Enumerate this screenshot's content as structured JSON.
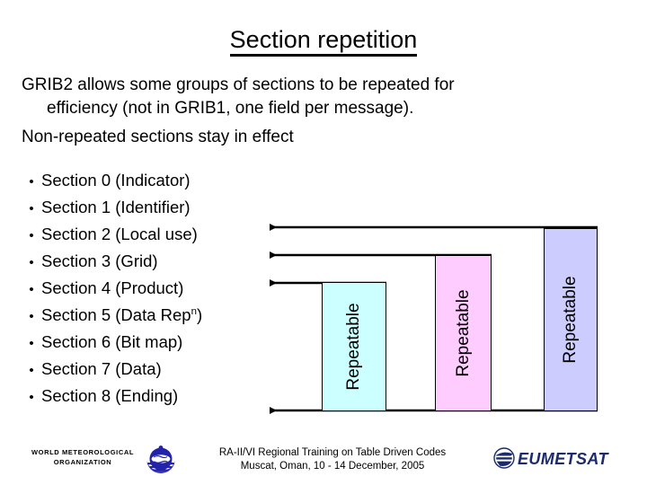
{
  "slide": {
    "title": "Section repetition",
    "intro": {
      "paragraph_1_line_1": "GRIB2 allows some groups of sections to be repeated for",
      "paragraph_1_line_2": "efficiency (not in GRIB1, one field per message).",
      "paragraph_2": "Non-repeated sections stay in effect"
    },
    "bullet_marker": "•",
    "bullets": [
      {
        "text": "Section 0 (Indicator)",
        "sup": ""
      },
      {
        "text": "Section 1 (Identifier)",
        "sup": ""
      },
      {
        "text": "Section 2 (Local use)",
        "sup": ""
      },
      {
        "text": "Section 3 (Grid)",
        "sup": ""
      },
      {
        "text": "Section 4 (Product)",
        "sup": ""
      },
      {
        "text": "Section 5 (Data Rep",
        "sup": "n",
        "suffix": ")"
      },
      {
        "text": "Section 6 (Bit map)",
        "sup": ""
      },
      {
        "text": "Section 7 (Data)",
        "sup": ""
      },
      {
        "text": "Section 8 (Ending)",
        "sup": ""
      }
    ],
    "diagram": {
      "boxes": [
        {
          "label": "Repeatable",
          "color": "#ccffff",
          "name": "repeatable-box-grid"
        },
        {
          "label": "Repeatable",
          "color": "#ffccff",
          "name": "repeatable-box-product"
        },
        {
          "label": "Repeatable",
          "color": "#ccccff",
          "name": "repeatable-box-data"
        }
      ],
      "arrow_color": "#000000",
      "arrow_count": 4
    }
  },
  "footer": {
    "wmo_line_1": "WORLD METEOROLOGICAL",
    "wmo_line_2": "ORGANIZATION",
    "event_line_1": "RA-II/VI Regional Training on Table Driven Codes",
    "event_line_2": "Muscat, Oman, 10 - 14 December, 2005",
    "eumetsat_label": "EUMETSAT",
    "eumetsat_color": "#1a2a6c",
    "wmo_logo_color": "#2222aa"
  }
}
